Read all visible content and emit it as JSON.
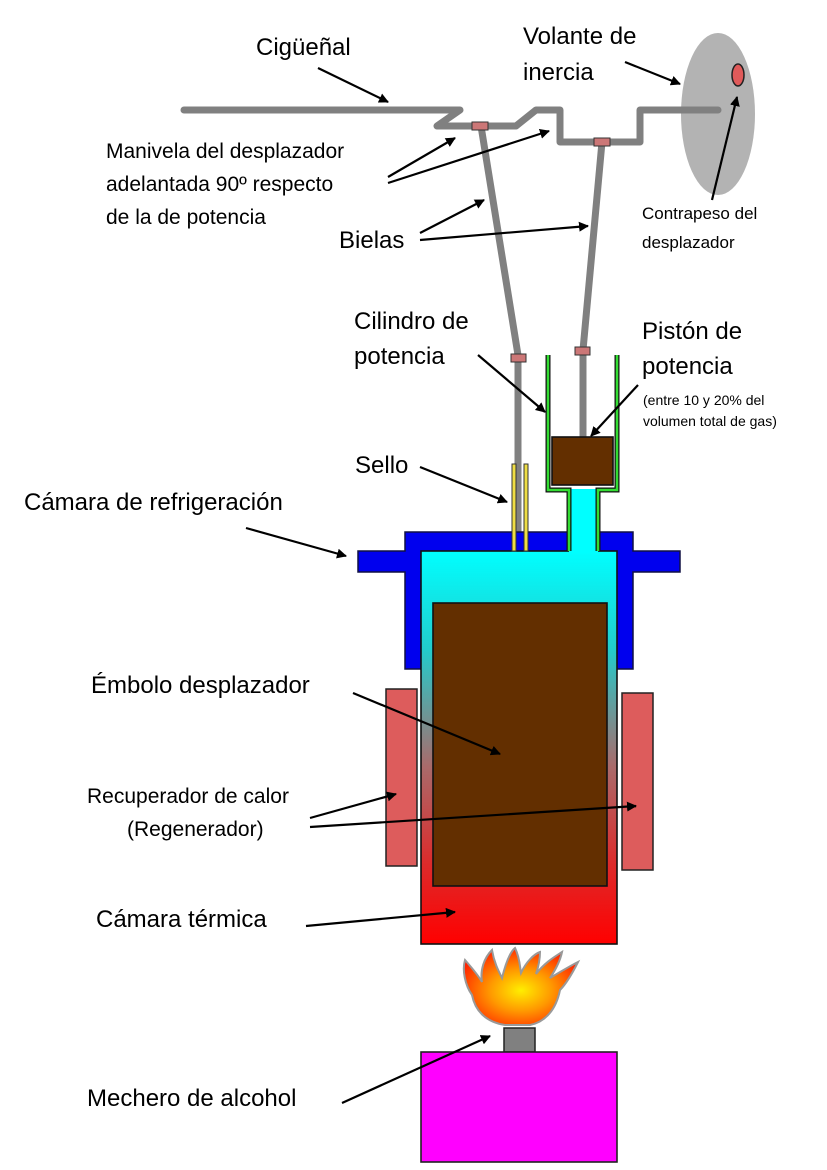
{
  "title": "Motor Stirling tipo gamma",
  "labels": {
    "crankshaft": "Cigüeñal",
    "flywheel_line1": "Volante de",
    "flywheel_line2": "inercia",
    "crank_line1": "Manivela del desplazador",
    "crank_line2": "adelantada 90º respecto",
    "crank_line3": "de la de potencia",
    "counterweight_line1": "Contrapeso del",
    "counterweight_line2": "desplazador",
    "rods": "Bielas",
    "power_cylinder_line1": "Cilindro de",
    "power_cylinder_line2": "potencia",
    "power_piston_line1": "Pistón de",
    "power_piston_line2": "potencia",
    "power_piston_note1": "(entre 10 y 20% del",
    "power_piston_note2": "volumen total de gas)",
    "seal": "Sello",
    "cooling_chamber": "Cámara de refrigeración",
    "displacer": "Émbolo desplazador",
    "regenerator_line1": "Recuperador de calor",
    "regenerator_line2": "(Regenerador)",
    "hot_chamber": "Cámara térmica",
    "burner": "Mechero de alcohol"
  },
  "colors": {
    "rod": "#808080",
    "bearing": "#cc7777",
    "flywheel": "#b3b3b3",
    "counterweight": "#e05a5a",
    "cooling_jacket": "#0000ee",
    "gas_cold": "#00ffff",
    "gas_hot": "#ff0000",
    "displacer": "#632f00",
    "power_cylinder_wall": "#33dd33",
    "seal": "#eedd44",
    "regenerator": "#dd5c5c",
    "burner": "#ff00ff",
    "wick": "#808080",
    "flame_core": "#ffee00",
    "flame_edge": "#ff2200"
  }
}
